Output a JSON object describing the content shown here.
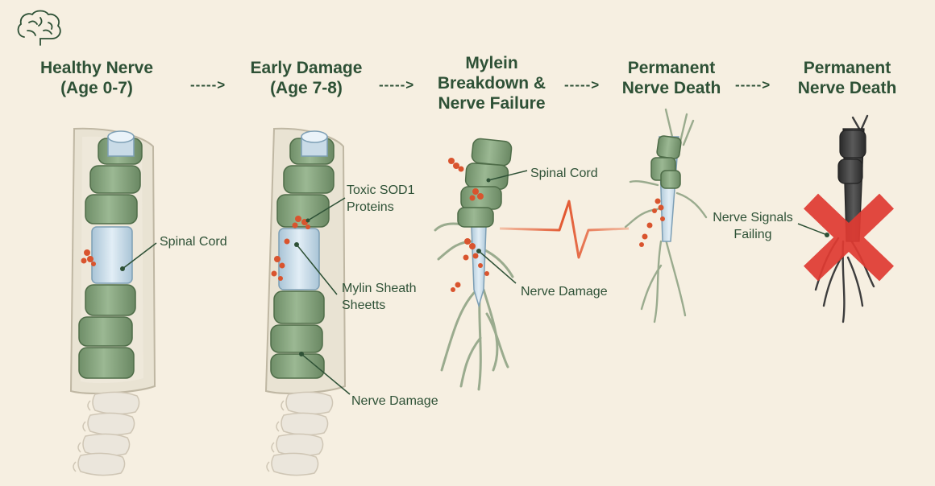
{
  "stages": [
    {
      "title_lines": [
        "Healthy Nerve",
        "(Age 0-7)"
      ]
    },
    {
      "title_lines": [
        "Early Damage",
        "(Age 7-8)"
      ]
    },
    {
      "title_lines": [
        "Mylein",
        "Breakdown &",
        "Nerve Failure"
      ]
    },
    {
      "title_lines": [
        "Permanent",
        "Nerve Death"
      ]
    },
    {
      "title_lines": [
        "Permanent",
        "Nerve Death"
      ]
    }
  ],
  "arrow_text": "----->",
  "callouts": {
    "healthy_spinal_cord": "Spinal Cord",
    "toxic_sod1_lines": [
      "Toxic SOD1",
      "Proteins"
    ],
    "mylin_sheath_lines": [
      "Mylin Sheath",
      "Sheetts"
    ],
    "early_nerve_damage": "Nerve Damage",
    "breakdown_spinal_cord": "Spinal Cord",
    "breakdown_nerve_damage": "Nerve Damage",
    "nerve_signals_lines": [
      "Nerve Signals",
      "Failing"
    ]
  },
  "icons": {
    "header": "brain-icon",
    "dead_nerve_marker": "x-mark-icon",
    "signal": "ecg-signal-icon"
  },
  "colors": {
    "background": "#f6efe1",
    "title_text": "#2e5136",
    "segment_green": "#8aa981",
    "segment_dark": "#5f7d58",
    "sheath_beige": "#e7e0cf",
    "inner_core": "#c7dcea",
    "protein_red": "#d9542e",
    "dead_nerve": "#3d3d3d",
    "x_red": "#e03a32"
  }
}
